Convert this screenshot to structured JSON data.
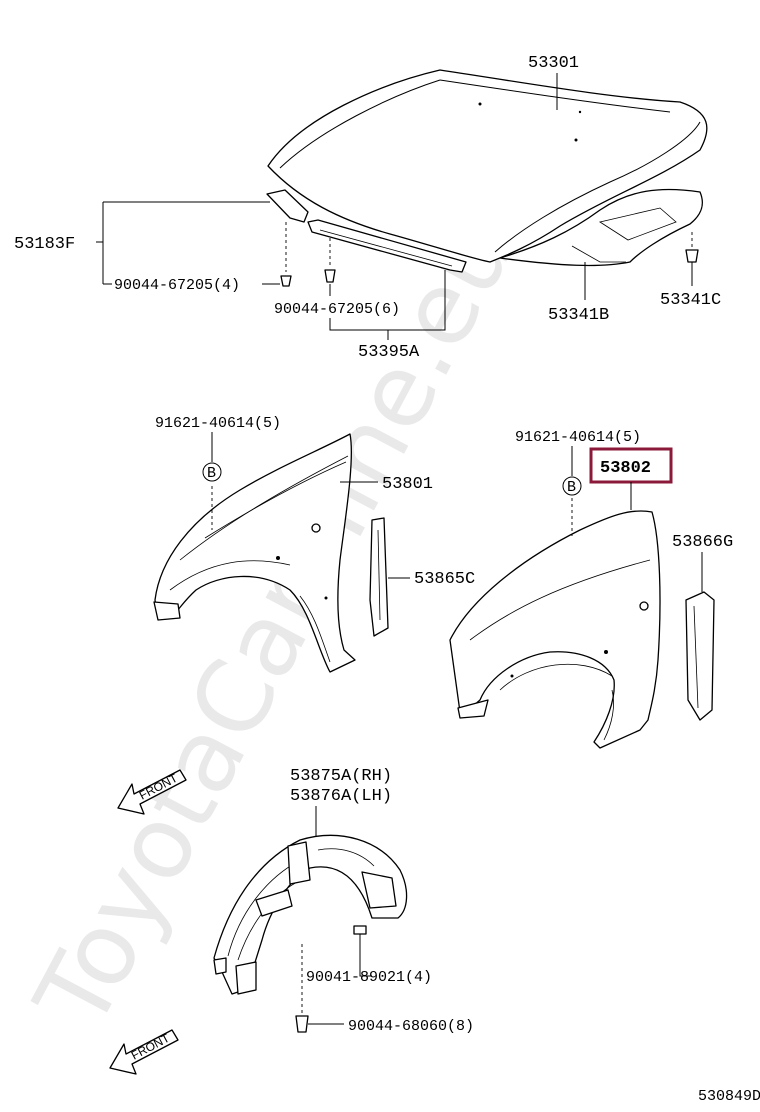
{
  "watermark": "ToyotaCarMine.eu",
  "diagram_code": "530849D",
  "highlight_color": "#8b1a3a",
  "front_label": "FRONT",
  "circle_letter": "B",
  "labels": {
    "hood": "53301",
    "hinge": "53183F",
    "hinge_bolt": "90044-67205(4)",
    "seal_bolt": "90044-67205(6)",
    "seal": "53395A",
    "insulator": "53341B",
    "insulator_clip": "53341C",
    "left_fender_bolt": "91621-40614(5)",
    "left_fender": "53801",
    "left_seal": "53865C",
    "right_fender_bolt": "91621-40614(5)",
    "right_fender": "53802",
    "right_seal": "53866G",
    "liner_rh": "53875A(RH)",
    "liner_lh": "53876A(LH)",
    "liner_screw": "90041-89021(4)",
    "liner_clip": "90044-68060(8)"
  }
}
